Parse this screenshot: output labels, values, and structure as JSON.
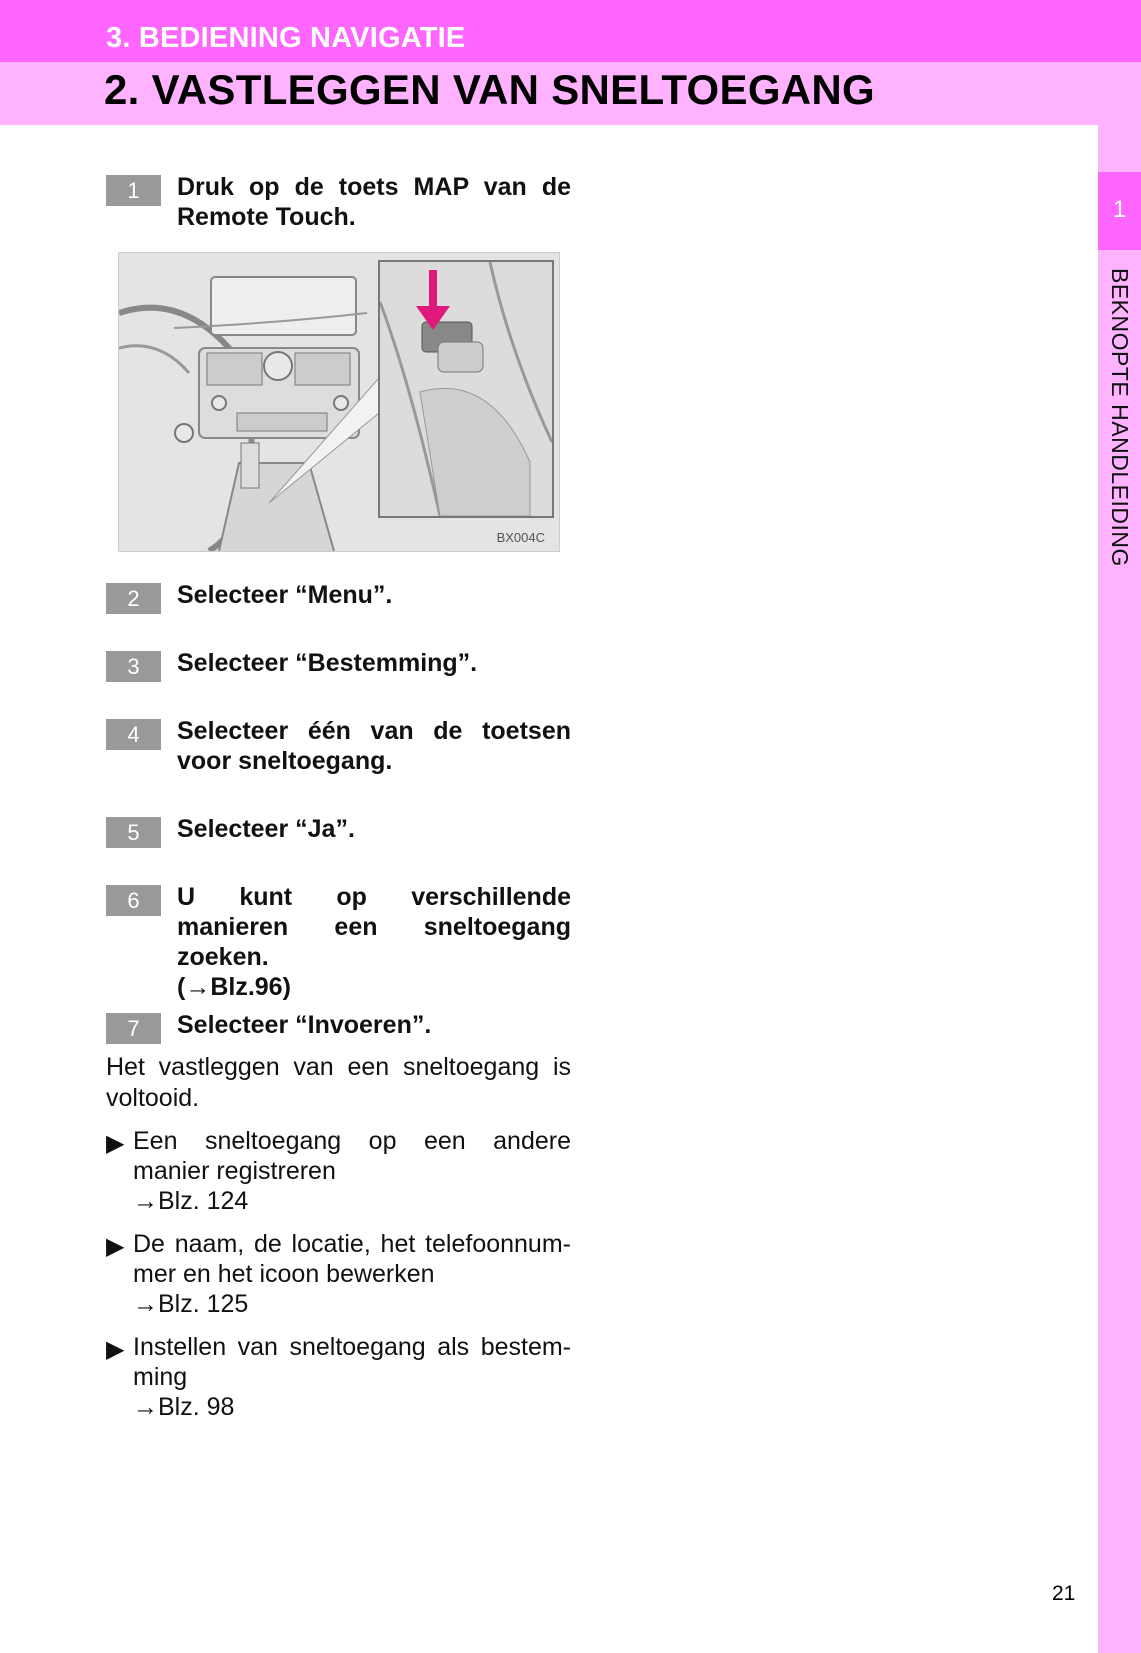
{
  "header": {
    "section": "3. BEDIENING NAVIGATIE",
    "title": "2. VASTLEGGEN VAN SNELTOEGANG"
  },
  "sidebar": {
    "chapter_number": "1",
    "chapter_label": "BEKNOPTE HANDLEIDING",
    "colors": {
      "tab": "#ff66ff",
      "band": "#ffb3ff"
    }
  },
  "steps": [
    {
      "num": "1",
      "text": "Druk op de toets MAP van de Remote Touch."
    },
    {
      "num": "2",
      "text": "Selecteer “Menu”."
    },
    {
      "num": "3",
      "text": "Selecteer “Bestemming”."
    },
    {
      "num": "4",
      "text": "Selecteer één van de toetsen voor sneltoegang."
    },
    {
      "num": "5",
      "text": "Selecteer “Ja”."
    },
    {
      "num": "6",
      "text": "U kunt op verschillende manieren een sneltoegang zoeken.",
      "ref": "(→Blz.96)"
    },
    {
      "num": "7",
      "text": "Selecteer “Invoeren”."
    }
  ],
  "figure": {
    "code": "BX004C",
    "description": "Dashboard illustration with inset showing MAP button on Remote Touch, pink arrow pointing down",
    "arrow_color": "#e0197d"
  },
  "conclusion": "Het vastleggen van een sneltoegang is voltooid.",
  "bullets": [
    {
      "text": "Een sneltoegang op een andere manier registreren",
      "ref": "→Blz. 124"
    },
    {
      "text": "De naam, de locatie, het telefoonnum-mer en het icoon bewerken",
      "ref": "→Blz. 125"
    },
    {
      "text": "Instellen van sneltoegang als bestem-ming",
      "ref": "→Blz. 98"
    }
  ],
  "page_number": "21"
}
